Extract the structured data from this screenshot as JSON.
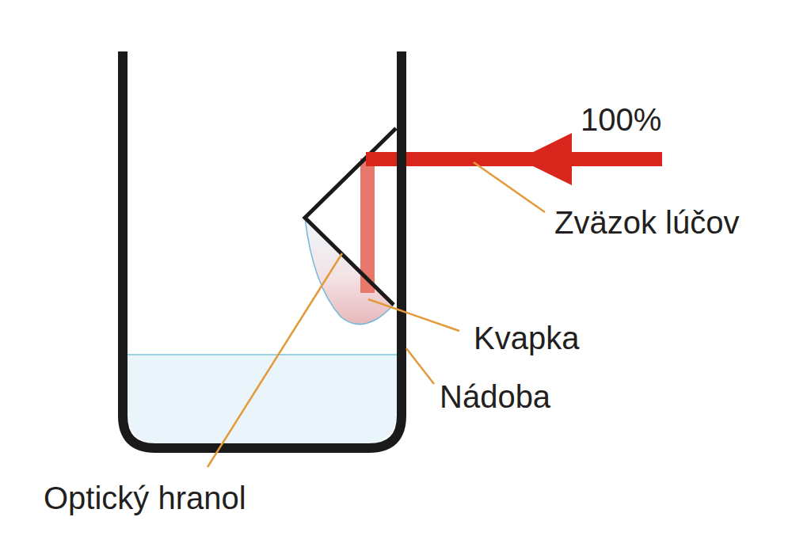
{
  "diagram": {
    "labels": [
      "100%",
      "Zväzok lúčov",
      "Kvapka",
      "Nádoba",
      "Optický hranol"
    ]
  }
}
